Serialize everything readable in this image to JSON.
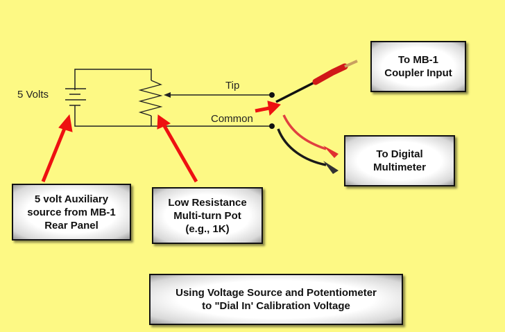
{
  "circuit": {
    "battery_label": "5 Volts",
    "tip_label": "Tip",
    "common_label": "Common"
  },
  "callouts": {
    "coupler": "To MB-1\nCoupler Input",
    "multimeter": "To Digital\nMultimeter",
    "aux_source": "5 volt Auxiliary\nsource from MB-1\nRear Panel",
    "pot": "Low Resistance\nMulti-turn Pot\n(e.g., 1K)",
    "caption": "Using Voltage Source and Potentiometer\nto \"Dial In' Calibration Voltage"
  },
  "colors": {
    "background": "#fdf984",
    "arrow": "#ee1111",
    "wire": "#222222"
  }
}
